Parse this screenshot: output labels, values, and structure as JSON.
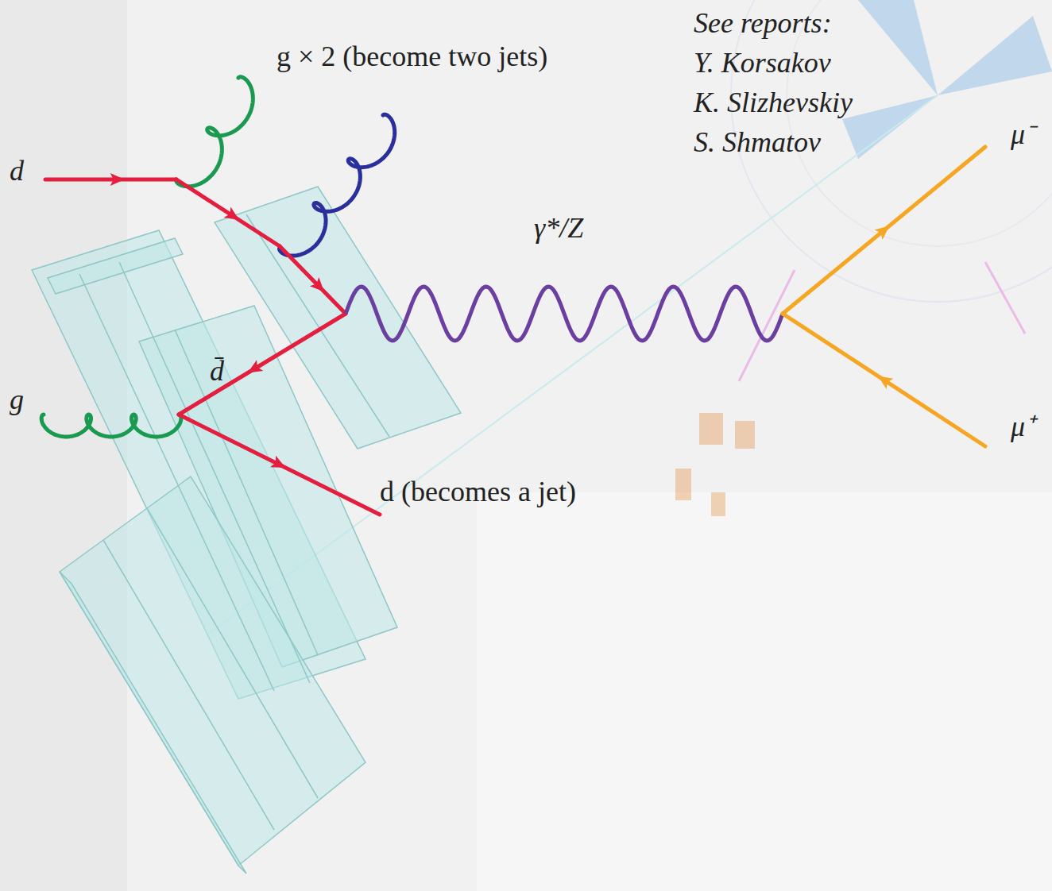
{
  "diagram": {
    "labels": [
      "g × 2 (become two jets)",
      "See reports:",
      "Y. Korsakov",
      "K. Slizhevskiy",
      "S. Shmatov",
      "μ⁻",
      "d",
      "γ*/Z",
      "d̄",
      "g",
      "μ⁺",
      "d (becomes a jet)"
    ]
  }
}
